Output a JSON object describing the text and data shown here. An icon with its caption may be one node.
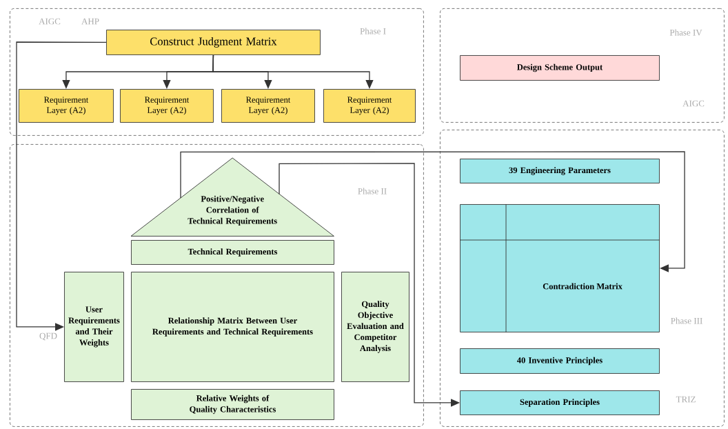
{
  "diagram": {
    "nodes": [
      {
        "text": [
          "Phase I"
        ]
      },
      {
        "text": [
          "Construct Judgment Matrix"
        ],
        "in": 0
      },
      {
        "text": [
          "Requirement Layer (A2)"
        ],
        "in": 0
      },
      {
        "text": [
          "Requirement Layer (A2)"
        ],
        "in": 0
      },
      {
        "text": [
          "Requirement Layer (A2)"
        ],
        "in": 0
      },
      {
        "text": [
          "Requirement Layer (A2)"
        ],
        "in": 0
      },
      {
        "text": [
          "Phase IV"
        ]
      },
      {
        "text": [
          "Design Scheme Output"
        ],
        "in": 6
      },
      {
        "text": [
          "Phase II"
        ]
      },
      {
        "text": [
          "Positive/Negative Correlation of Technical Requirements"
        ],
        "in": 8
      },
      {
        "text": [
          "Technical Requirements"
        ],
        "in": 8
      },
      {
        "text": [
          "User Requirements and Their Weights"
        ],
        "in": 8
      },
      {
        "text": [
          "Relationship Matrix Between User Requirements and Technical Requirements"
        ],
        "in": 8
      },
      {
        "text": [
          "Quality Objective Evaluation and Competitor Analysis"
        ],
        "in": 8
      },
      {
        "text": [
          "Relative Weights of Quality Characteristics"
        ],
        "in": 8
      },
      {
        "text": [
          "Phase III"
        ]
      },
      {
        "text": [
          "39 Engineering Parameters"
        ],
        "in": 15
      },
      {
        "text": [
          "Contradiction Matrix"
        ],
        "in": 15
      },
      {
        "text": [
          "40 Inventive Principles"
        ],
        "in": 15
      },
      {
        "text": [
          "Separation Principles"
        ],
        "in": 15
      }
    ],
    "edges": [
      {
        "from": 1,
        "to": 2,
        "arrow": "to"
      },
      {
        "from": 1,
        "to": 3,
        "arrow": "to"
      },
      {
        "from": 1,
        "to": 4,
        "arrow": "to"
      },
      {
        "from": 1,
        "to": 5,
        "arrow": "to"
      },
      {
        "from": 1,
        "to": 11,
        "arrow": "to"
      },
      {
        "from": 9,
        "to": 17,
        "arrow": "to"
      },
      {
        "from": 9,
        "to": 19,
        "arrow": "to"
      }
    ],
    "labels": [
      "AIGC",
      "AHP",
      "AIGC",
      "QFD",
      "TRIZ"
    ]
  }
}
